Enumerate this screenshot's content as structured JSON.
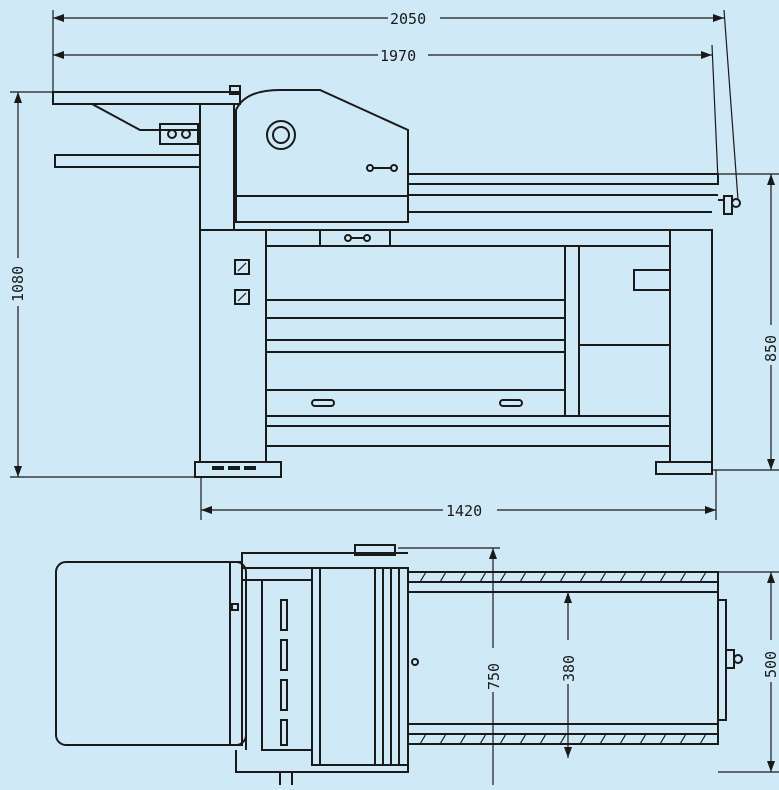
{
  "dimensions": {
    "overall_length": "2050",
    "table_length": "1970",
    "total_height": "1080",
    "table_height": "850",
    "base_width": "1420",
    "width_750": "750",
    "width_380": "380",
    "width_500": "500"
  },
  "colors": {
    "background": "#cfe9f7",
    "ink": "#1a1a1a"
  }
}
